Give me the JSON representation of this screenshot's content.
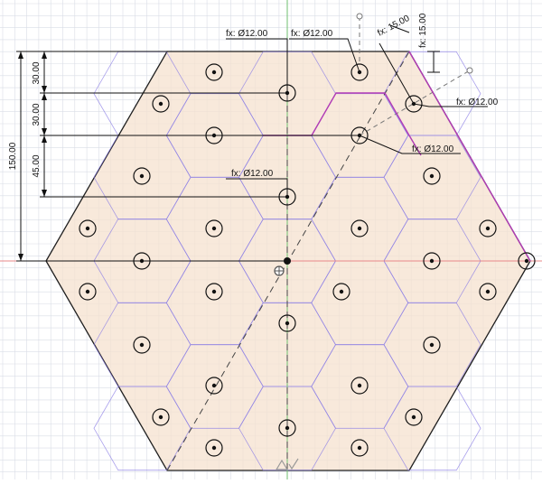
{
  "sketch": {
    "colors": {
      "background": "#ffffff",
      "grid": "#d9dde6",
      "hex_fill": "#f6e2cf",
      "hex_outline": "#1f1f1f",
      "cell_lines": "#8c7fe6",
      "constraint_edge": "#b13bb5",
      "x_axis": "#e8888a",
      "y_axis": "#6fbf6f",
      "dimension": "#111111"
    },
    "hole_dimensions": {
      "d1": "fx: Ø12.00",
      "d2": "fx: Ø12.00",
      "d3": "fx: Ø12.00",
      "d4": "fx: Ø12.00",
      "d5": "fx: Ø12.00"
    },
    "linear_dimensions": {
      "v30a": "30.00",
      "v30b": "30.00",
      "v45": "45.00",
      "v150": "150.00",
      "angled15": "fx: 15.00",
      "right15": "fx: 15.00"
    },
    "origin_icons": [
      "origin-icon",
      "sketch-constraint-icon"
    ]
  }
}
